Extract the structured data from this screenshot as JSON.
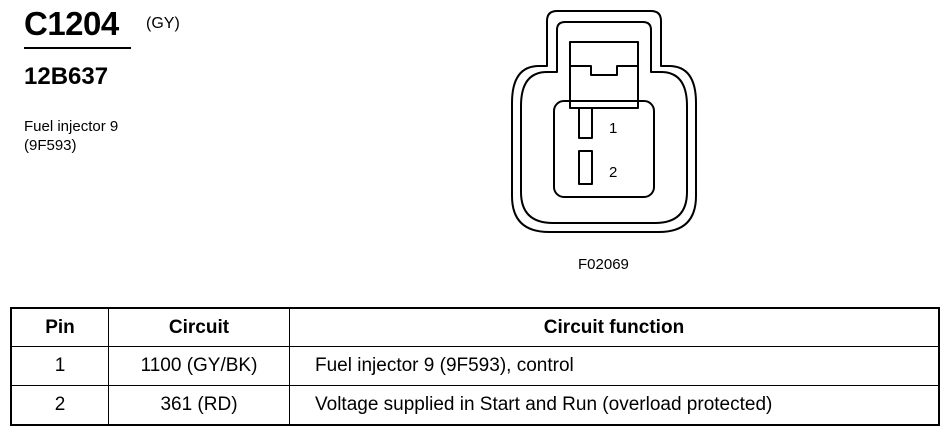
{
  "connector": {
    "id": "C1204",
    "color_code": "(GY)",
    "part_number": "12B637",
    "description_lines": [
      "Fuel injector 9",
      "(9F593)"
    ]
  },
  "figure": {
    "id": "F02069",
    "pin_labels": [
      "1",
      "2"
    ]
  },
  "table": {
    "headers": {
      "pin": "Pin",
      "circuit": "Circuit",
      "function": "Circuit function"
    },
    "rows": [
      {
        "pin": "1",
        "circuit": "1100 (GY/BK)",
        "function": "Fuel injector 9 (9F593), control"
      },
      {
        "pin": "2",
        "circuit": "361 (RD)",
        "function": "Voltage supplied in Start and Run (overload protected)"
      }
    ]
  }
}
